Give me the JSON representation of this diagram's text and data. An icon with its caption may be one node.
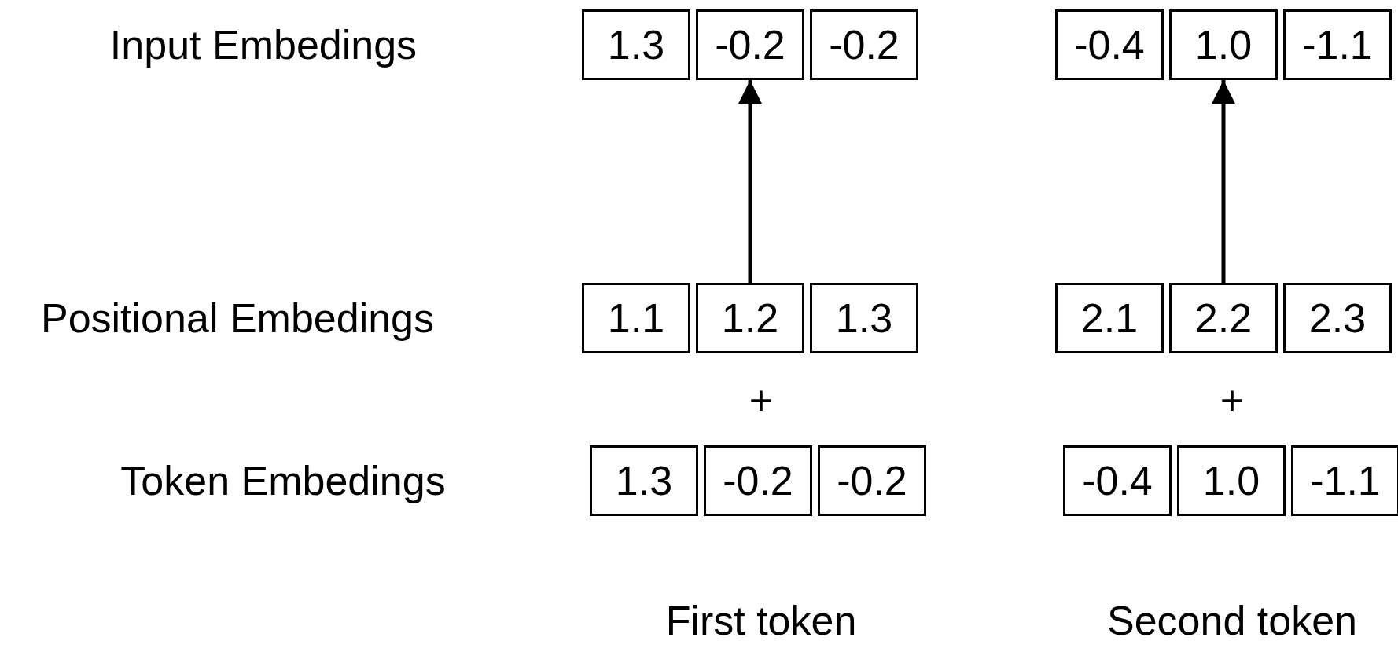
{
  "diagram": {
    "nodes": [
      {
        "text": [
          "1.3"
        ]
      },
      {
        "text": [
          "-0.2"
        ]
      },
      {
        "text": [
          "-0.2"
        ]
      },
      {
        "text": [
          "-0.4"
        ]
      },
      {
        "text": [
          "1.0"
        ]
      },
      {
        "text": [
          "-1.1"
        ]
      },
      {
        "text": [
          "1.1"
        ]
      },
      {
        "text": [
          "1.2"
        ]
      },
      {
        "text": [
          "1.3"
        ]
      },
      {
        "text": [
          "2.1"
        ]
      },
      {
        "text": [
          "2.2"
        ]
      },
      {
        "text": [
          "2.3"
        ]
      },
      {
        "text": [
          "1.3"
        ]
      },
      {
        "text": [
          "-0.2"
        ]
      },
      {
        "text": [
          "-0.2"
        ]
      },
      {
        "text": [
          "-0.4"
        ]
      },
      {
        "text": [
          "1.0"
        ]
      },
      {
        "text": [
          "-1.1"
        ]
      }
    ],
    "edges": [
      {
        "from": 7,
        "to": 1,
        "arrow": "to"
      },
      {
        "from": 10,
        "to": 4,
        "arrow": "to"
      }
    ],
    "labels": [
      "Input Embedings",
      "Positional Embedings",
      "+",
      "+",
      "Token Embedings",
      "First token",
      "Second token"
    ]
  }
}
